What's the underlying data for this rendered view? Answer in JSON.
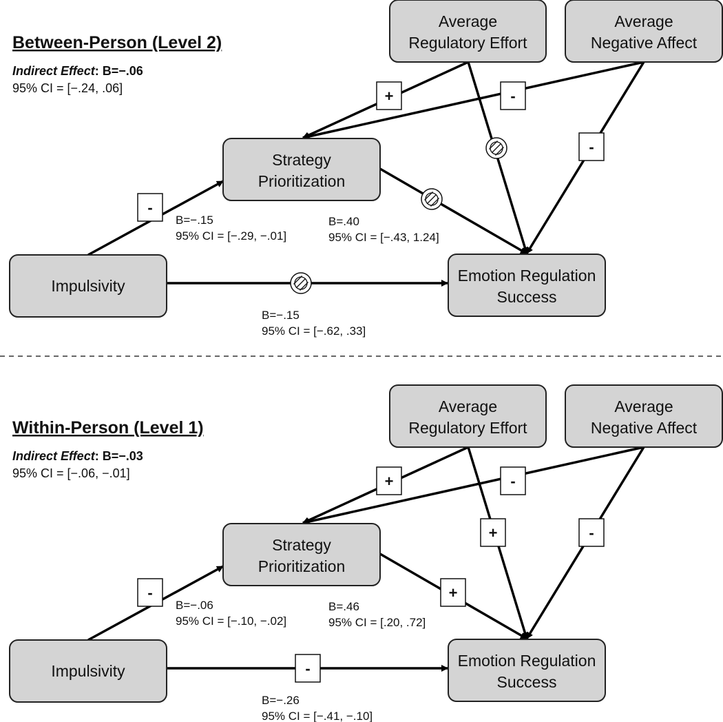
{
  "divider_style": "dashed",
  "colors": {
    "node_fill": "#d4d4d4",
    "node_stroke": "#222222",
    "edge": "#000000"
  },
  "icons": {
    "nonsignificant": "nonsignificant-slashed-circle-icon",
    "arrowhead": "arrowhead-icon"
  },
  "panels": [
    {
      "title": "Between-Person (Level 2)",
      "indirect_effect_label": "Indirect Effect",
      "indirect_effect_value": "B=−.06",
      "ci": "95% CI = [−.24, .06]",
      "nodes": {
        "are": {
          "line1": "Average",
          "line2": "Regulatory Effort"
        },
        "ana": {
          "line1": "Average",
          "line2": "Negative Affect"
        },
        "sp": {
          "line1": "Strategy",
          "line2": "Prioritization"
        },
        "imp": {
          "line1": "Impulsivity",
          "line2": ""
        },
        "ers": {
          "line1": "Emotion Regulation",
          "line2": "Success"
        }
      },
      "signs": {
        "imp_sp": "-",
        "are_sp": "+",
        "ana_sp": "-",
        "ana_ers": "-",
        "are_ers": "ns",
        "sp_ers": "ns",
        "imp_ers": "ns"
      },
      "stats": {
        "a_b": "B=−.15",
        "a_ci": "95% CI = [−.29, −.01]",
        "b_b": "B=.40",
        "b_ci": "95% CI = [−.43, 1.24]",
        "c_b": "B=−.15",
        "c_ci": "95% CI = [−.62, .33]"
      }
    },
    {
      "title": "Within-Person (Level 1)",
      "indirect_effect_label": "Indirect Effect",
      "indirect_effect_value": "B=−.03",
      "ci": "95% CI = [−.06, −.01]",
      "nodes": {
        "are": {
          "line1": "Average",
          "line2": "Regulatory Effort"
        },
        "ana": {
          "line1": "Average",
          "line2": "Negative Affect"
        },
        "sp": {
          "line1": "Strategy",
          "line2": "Prioritization"
        },
        "imp": {
          "line1": "Impulsivity",
          "line2": ""
        },
        "ers": {
          "line1": "Emotion Regulation",
          "line2": "Success"
        }
      },
      "signs": {
        "imp_sp": "-",
        "are_sp": "+",
        "ana_sp": "-",
        "ana_ers": "-",
        "are_ers": "+",
        "sp_ers": "+",
        "imp_ers": "-"
      },
      "stats": {
        "a_b": "B=−.06",
        "a_ci": "95% CI = [−.10, −.02]",
        "b_b": "B=.46",
        "b_ci": "95% CI = [.20, .72]",
        "c_b": "B=−.26",
        "c_ci": "95% CI = [−.41, −.10]"
      }
    }
  ]
}
